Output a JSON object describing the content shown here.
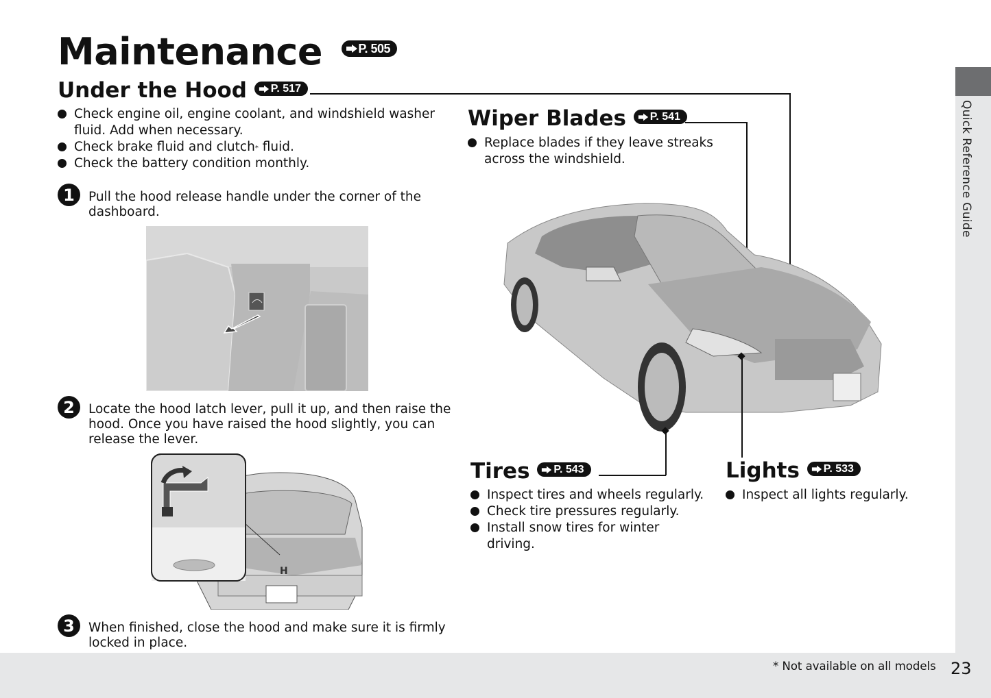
{
  "page": {
    "title": "Maintenance",
    "title_ref": "P. 505",
    "side_tab": "Quick Reference Guide",
    "footnote": "* Not available on all models",
    "page_number": "23"
  },
  "under_hood": {
    "heading": "Under the Hood",
    "ref": "P. 517",
    "bullets": [
      "Check engine oil, engine coolant, and windshield washer fluid. Add when necessary.",
      "Check brake fluid and clutch",
      "Check the battery condition monthly."
    ],
    "bullet2_asterisk": "*",
    "bullet2_tail": " fluid.",
    "steps": [
      {
        "num": "1",
        "text": "Pull the hood release handle under the corner of the dashboard."
      },
      {
        "num": "2",
        "text": "Locate the hood latch lever, pull it up, and then raise the hood. Once you have raised the hood slightly, you can release the lever."
      },
      {
        "num": "3",
        "text": "When finished, close the hood and make sure it is firmly locked in place."
      }
    ]
  },
  "wiper_blades": {
    "heading": "Wiper Blades",
    "ref": "P. 541",
    "bullets": [
      "Replace blades if they leave streaks across the windshield."
    ]
  },
  "tires": {
    "heading": "Tires",
    "ref": "P. 543",
    "bullets": [
      "Inspect tires and wheels regularly.",
      "Check tire pressures regularly.",
      "Install snow tires for winter driving."
    ]
  },
  "lights": {
    "heading": "Lights",
    "ref": "P. 533",
    "bullets": [
      "Inspect all lights regularly."
    ]
  },
  "icons": {
    "ref_arrow": "arrow-right-icon",
    "bullet": "bullet-icon"
  }
}
